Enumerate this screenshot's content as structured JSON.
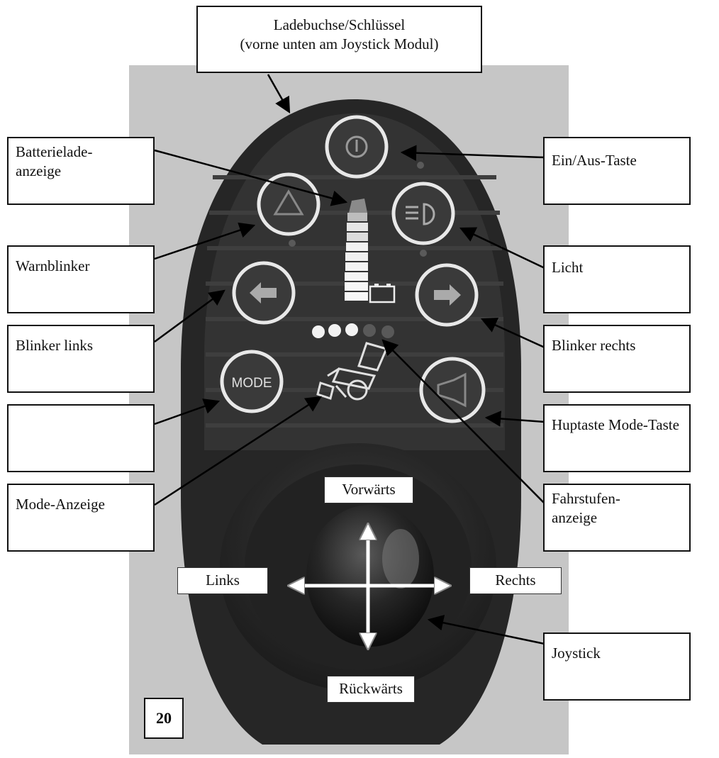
{
  "top_callout": {
    "line1": "Ladebuchse/Schlüssel",
    "line2": "(vorne unten am Joystick Modul)"
  },
  "left_callouts": [
    {
      "id": "batterieladeanzeige",
      "text": "Batterielade-\nanzeige"
    },
    {
      "id": "warnblinker",
      "text": "Warnblinker"
    },
    {
      "id": "blinker-links",
      "text": "Blinker links"
    },
    {
      "id": "mode-taste",
      "text": ""
    },
    {
      "id": "mode-anzeige",
      "text": "Mode-Anzeige"
    }
  ],
  "right_callouts": [
    {
      "id": "ein-aus-taste",
      "text": "Ein/Aus-Taste"
    },
    {
      "id": "licht",
      "text": "Licht"
    },
    {
      "id": "blinker-rechts",
      "text": "Blinker rechts"
    },
    {
      "id": "huptaste",
      "text": "Huptaste Mode-Taste"
    },
    {
      "id": "fahrstufenanzeige",
      "text": "Fahrstufen-\nanzeige"
    },
    {
      "id": "joystick",
      "text": "Joystick"
    }
  ],
  "directions": {
    "forward": "Vorwärts",
    "back": "Rückwärts",
    "left": "Links",
    "right": "Rechts"
  },
  "buttons": {
    "mode_label": "MODE"
  },
  "page_number": "20",
  "colors": {
    "background_panel": "#c9c9c9",
    "device_body": "#2a2a2a",
    "button_ring": "#e8e8e8",
    "button_face": "#3a3a3a"
  }
}
